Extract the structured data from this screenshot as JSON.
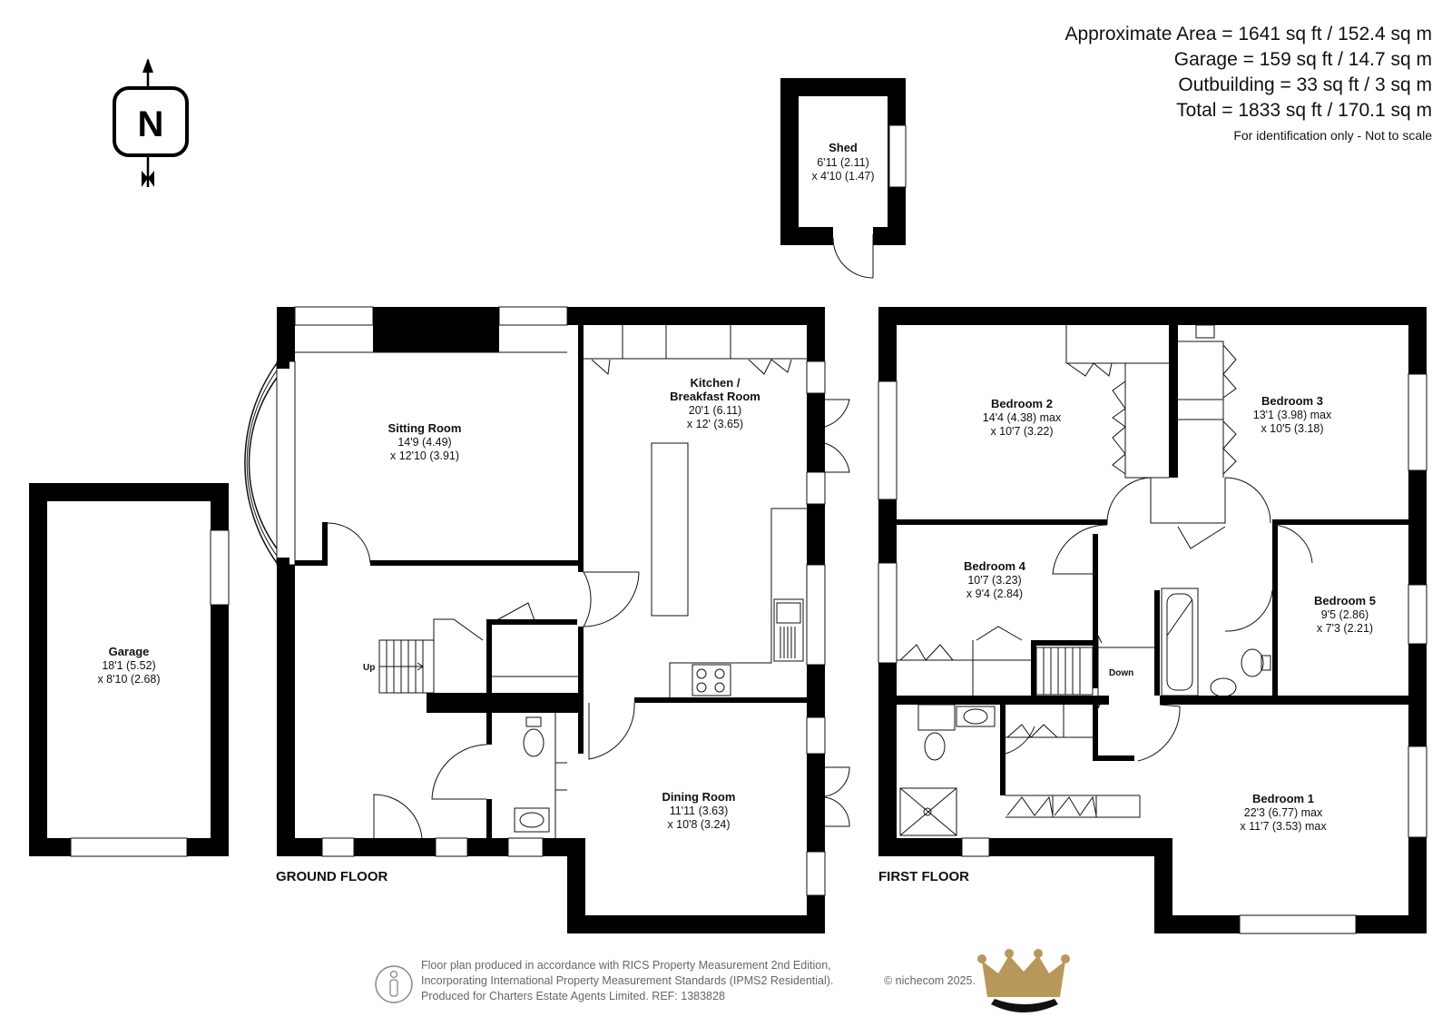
{
  "areas": [
    "Approximate Area = 1641 sq ft / 152.4 sq m",
    "Garage  = 159 sq ft / 14.7 sq m",
    "Outbuilding = 33 sq ft / 3 sq m",
    "Total = 1833 sq ft / 170.1 sq m"
  ],
  "disclaimer": "For identification only - Not to scale",
  "compass": {
    "letter": "N",
    "icon": "north-arrow-icon"
  },
  "floors": {
    "ground": "GROUND FLOOR",
    "first": "FIRST FLOOR"
  },
  "stairs": {
    "up": "Up",
    "down": "Down"
  },
  "rooms": {
    "shed": {
      "name": "Shed",
      "dims": [
        "6'11 (2.11)",
        "x 4'10 (1.47)"
      ]
    },
    "garage": {
      "name": "Garage",
      "dims": [
        "18'1 (5.52)",
        "x 8'10 (2.68)"
      ]
    },
    "sitting": {
      "name": "Sitting Room",
      "dims": [
        "14'9 (4.49)",
        "x 12'10 (3.91)"
      ]
    },
    "kitchen": {
      "name": [
        "Kitchen /",
        "Breakfast Room"
      ],
      "dims": [
        "20'1 (6.11)",
        "x 12' (3.65)"
      ]
    },
    "dining": {
      "name": "Dining Room",
      "dims": [
        "11'11 (3.63)",
        "x 10'8 (3.24)"
      ]
    },
    "bed1": {
      "name": "Bedroom 1",
      "dims": [
        "22'3 (6.77) max",
        "x 11'7 (3.53) max"
      ]
    },
    "bed2": {
      "name": "Bedroom 2",
      "dims": [
        "14'4 (4.38) max",
        "x 10'7 (3.22)"
      ]
    },
    "bed3": {
      "name": "Bedroom 3",
      "dims": [
        "13'1 (3.98) max",
        "x 10'5 (3.18)"
      ]
    },
    "bed4": {
      "name": "Bedroom 4",
      "dims": [
        "10'7 (3.23)",
        "x 9'4 (2.84)"
      ]
    },
    "bed5": {
      "name": "Bedroom 5",
      "dims": [
        "9'5 (2.86)",
        "x 7'3 (2.21)"
      ]
    }
  },
  "footer": {
    "lines": [
      "Floor plan produced in accordance with RICS Property Measurement 2nd Edition,",
      "Incorporating International Property Measurement Standards (IPMS2 Residential).",
      "Produced for Charters Estate Agents Limited.   REF: 1383828"
    ],
    "copyright": "© nichecom 2025.",
    "logo": "crown-logo-icon",
    "badge": "person-icon"
  },
  "colors": {
    "wall": "#000000",
    "crown_gold": "#b8975a",
    "footer_text": "#666666"
  }
}
